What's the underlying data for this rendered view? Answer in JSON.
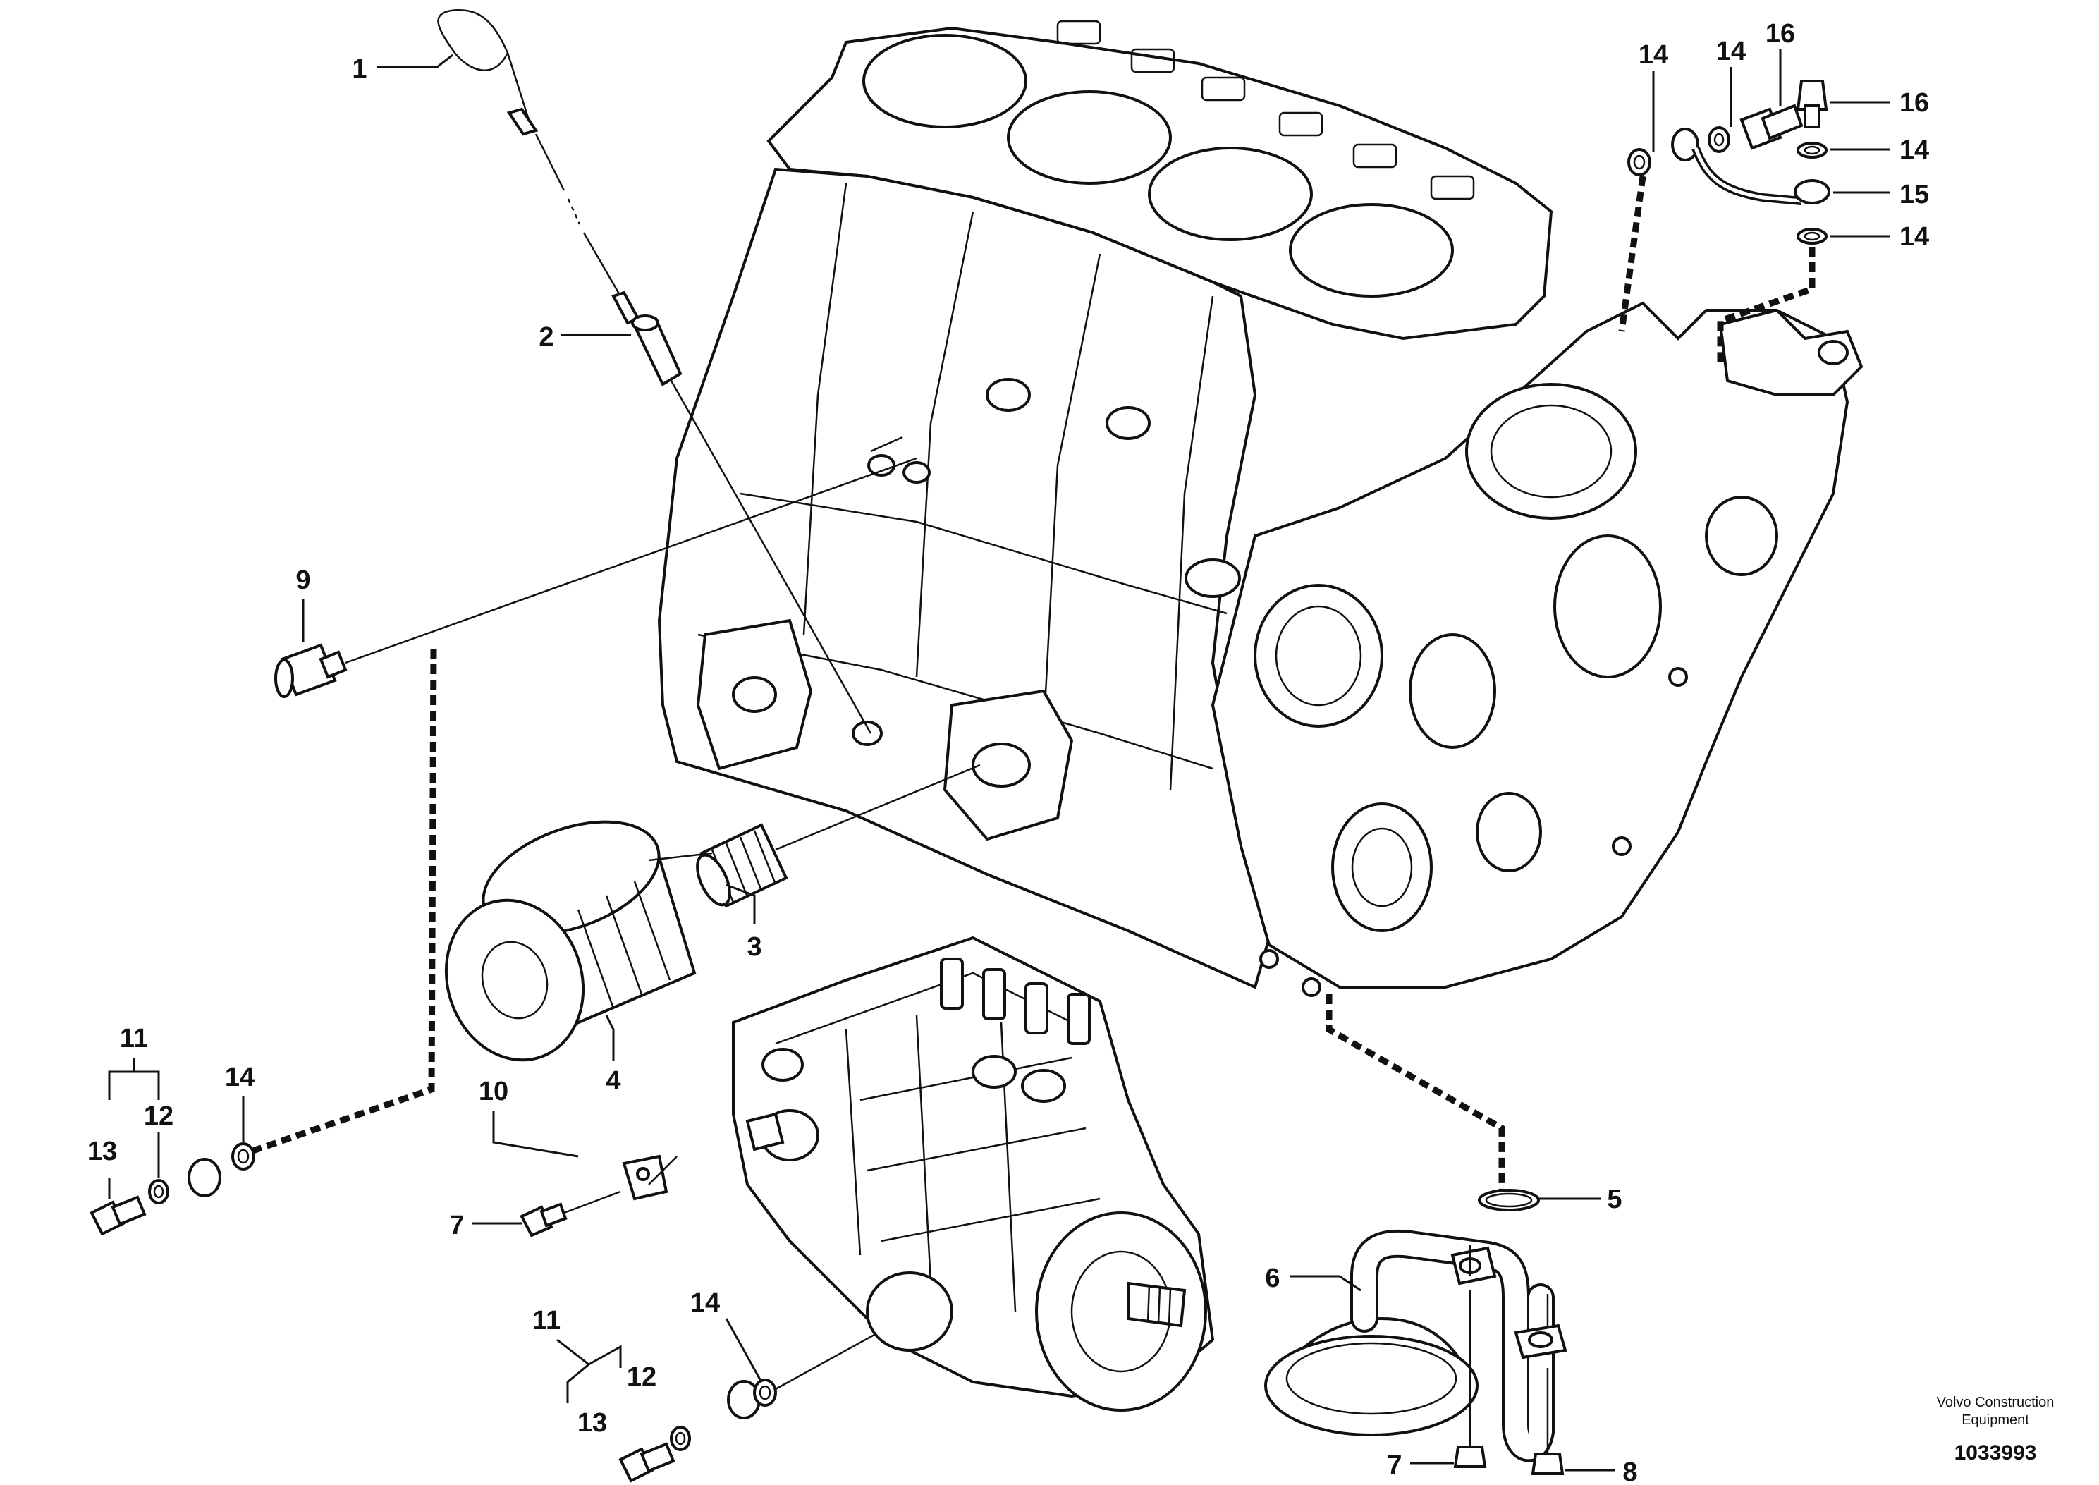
{
  "callouts": [
    {
      "id": "c1",
      "text": "1"
    },
    {
      "id": "c2",
      "text": "2"
    },
    {
      "id": "c3",
      "text": "3"
    },
    {
      "id": "c4",
      "text": "4"
    },
    {
      "id": "c5",
      "text": "5"
    },
    {
      "id": "c6",
      "text": "6"
    },
    {
      "id": "c7a",
      "text": "7"
    },
    {
      "id": "c7b",
      "text": "7"
    },
    {
      "id": "c8",
      "text": "8"
    },
    {
      "id": "c9",
      "text": "9"
    },
    {
      "id": "c10",
      "text": "10"
    },
    {
      "id": "c11a",
      "text": "11"
    },
    {
      "id": "c11b",
      "text": "11"
    },
    {
      "id": "c12a",
      "text": "12"
    },
    {
      "id": "c12b",
      "text": "12"
    },
    {
      "id": "c13a",
      "text": "13"
    },
    {
      "id": "c13b",
      "text": "13"
    },
    {
      "id": "c14a",
      "text": "14"
    },
    {
      "id": "c14b",
      "text": "14"
    },
    {
      "id": "c14c",
      "text": "14"
    },
    {
      "id": "c14d",
      "text": "14"
    },
    {
      "id": "c14e",
      "text": "14"
    },
    {
      "id": "c14f",
      "text": "14"
    },
    {
      "id": "c15",
      "text": "15"
    },
    {
      "id": "c16a",
      "text": "16"
    },
    {
      "id": "c16b",
      "text": "16"
    }
  ],
  "credit": {
    "line1": "Volvo Construction",
    "line2": "Equipment"
  },
  "document_number": "1033993"
}
